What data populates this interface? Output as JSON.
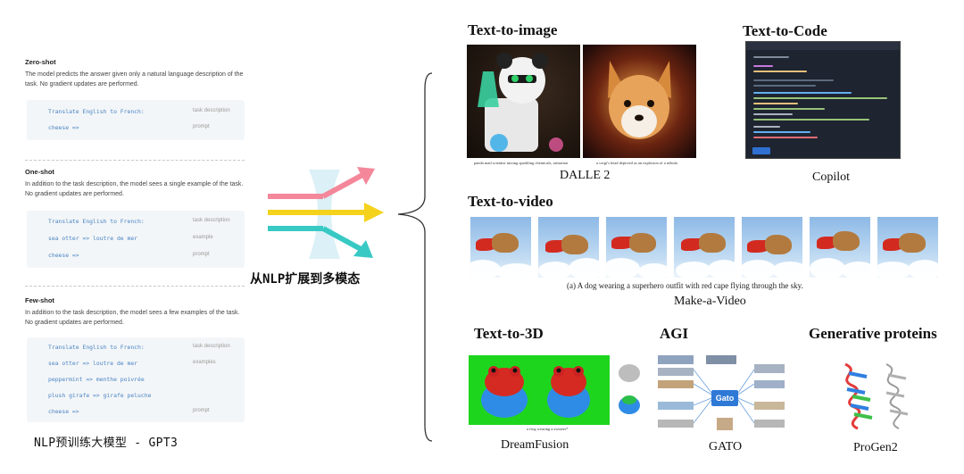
{
  "left_panel": {
    "zero_shot": {
      "title": "Zero-shot",
      "description": "The model predicts the answer given only a natural language description of the task. No gradient updates are performed.",
      "lines": [
        "Translate English to French:",
        "cheese =>"
      ],
      "notes": [
        "task description",
        "prompt"
      ]
    },
    "one_shot": {
      "title": "One-shot",
      "description": "In addition to the task description, the model sees a single example of the task. No gradient updates are performed.",
      "lines": [
        "Translate English to French:",
        "sea otter => loutre de mer",
        "cheese =>"
      ],
      "notes": [
        "task description",
        "example",
        "prompt"
      ]
    },
    "few_shot": {
      "title": "Few-shot",
      "description": "In addition to the task description, the model sees a few examples of the task. No gradient updates are performed.",
      "lines": [
        "Translate English to French:",
        "sea otter => loutre de mer",
        "peppermint => menthe poivrée",
        "plush girafe => girafe peluche",
        "cheese =>"
      ],
      "notes": [
        "task description",
        "examples",
        "prompt"
      ]
    },
    "caption": "NLP预训练大模型 - GPT3"
  },
  "center_caption": "从NLP扩展到多模态",
  "sections": {
    "text_to_image": {
      "title": "Text-to-image",
      "label": "DALLE 2",
      "captions": [
        "panda mad scientist mixing sparkling chemicals, artstation",
        "a corgi's head depicted as an explosion of a nebula"
      ]
    },
    "text_to_code": {
      "title": "Text-to-Code",
      "label": "Copilot"
    },
    "text_to_video": {
      "title": "Text-to-video",
      "label": "Make-a-Video",
      "caption": "(a) A dog wearing a superhero outfit with red cape flying through the sky."
    },
    "text_to_3d": {
      "title": "Text-to-3D",
      "label": "DreamFusion",
      "caption": "a frog wearing a sweater*"
    },
    "agi": {
      "title": "AGI",
      "label": "GATO",
      "node": "Gato"
    },
    "proteins": {
      "title": "Generative proteins",
      "label": "ProGen2"
    }
  },
  "colors": {
    "code_blue": "#4a84c4",
    "arrow_pink": "#f4879a",
    "arrow_yellow": "#f5d21c",
    "arrow_teal": "#38c9c4",
    "gato_blue": "#2f79d6"
  }
}
